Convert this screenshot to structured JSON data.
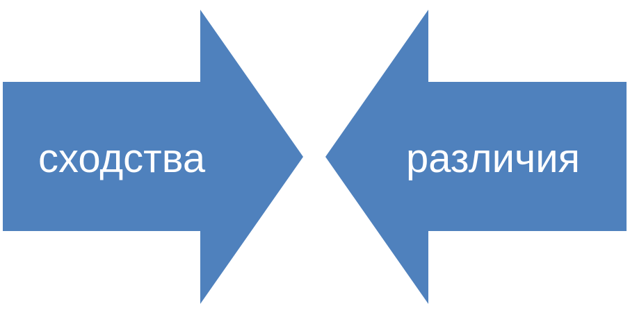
{
  "diagram": {
    "colors": {
      "arrow_fill": "#4f81bd",
      "label_text": "#ffffff",
      "background": "#ffffff"
    },
    "left_arrow": {
      "label": "сходства",
      "direction": "right"
    },
    "right_arrow": {
      "label": "различия",
      "direction": "left"
    }
  }
}
